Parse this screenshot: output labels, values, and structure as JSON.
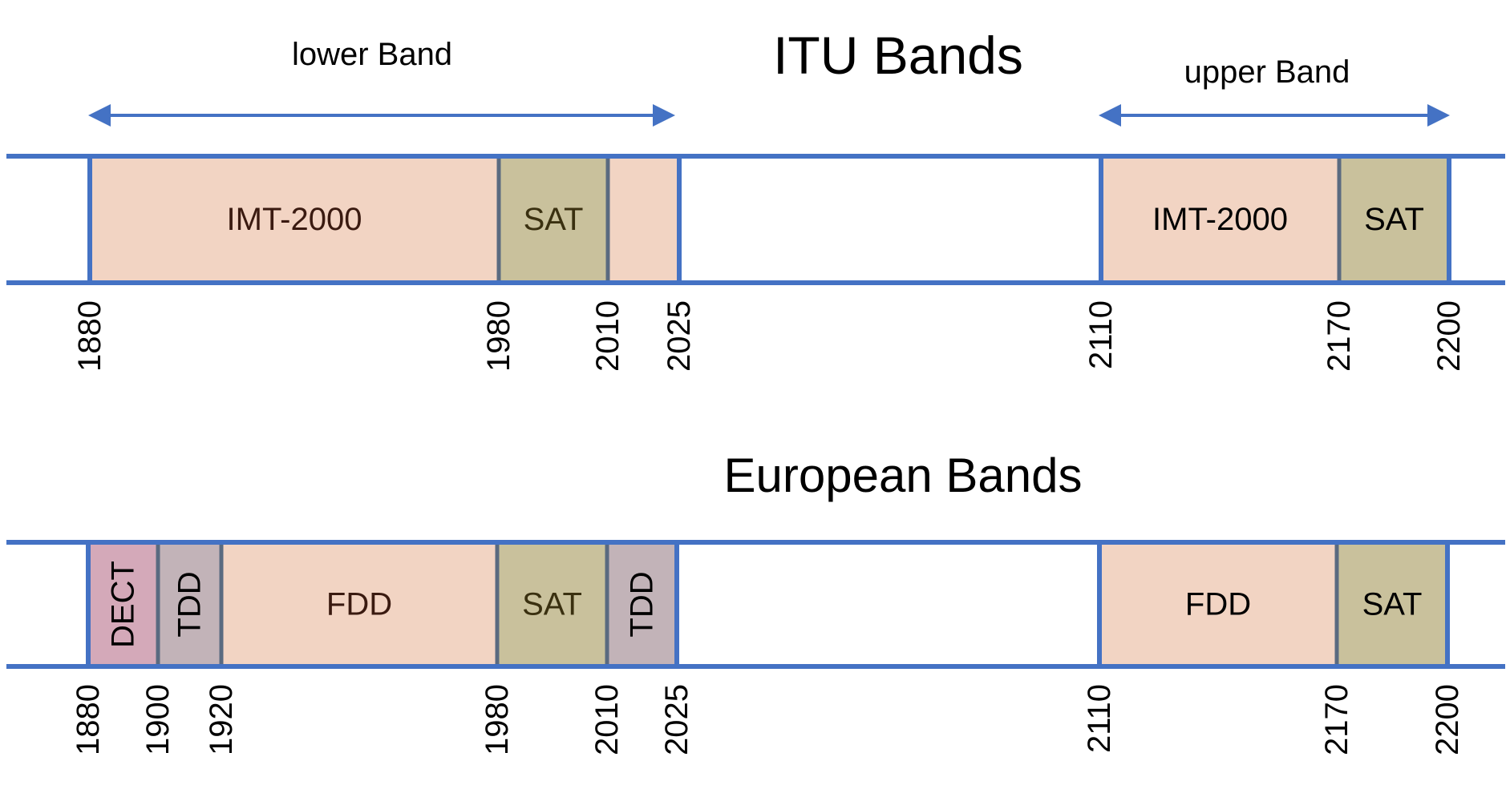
{
  "itu": {
    "title": "ITU Bands",
    "lower_label": "lower Band",
    "upper_label": "upper Band",
    "blocks": [
      {
        "label": "IMT-2000",
        "start": 1880,
        "end": 1980,
        "fill": "#f2d4c3",
        "text_color": "#3a1a10",
        "vertical": false
      },
      {
        "label": "SAT",
        "start": 1980,
        "end": 2010,
        "fill": "#c9c19c",
        "text_color": "#3a3010",
        "vertical": false
      },
      {
        "label": "",
        "start": 2010,
        "end": 2025,
        "fill": "#f2d4c3",
        "text_color": "#3a1a10",
        "vertical": false
      },
      {
        "label": "IMT-2000",
        "start": 2110,
        "end": 2170,
        "fill": "#f2d4c3",
        "text_color": "#000000",
        "vertical": false
      },
      {
        "label": "SAT",
        "start": 2170,
        "end": 2200,
        "fill": "#c9c19c",
        "text_color": "#000000",
        "vertical": false
      }
    ],
    "ticks": [
      "1880",
      "1980",
      "2010",
      "2025",
      "2110",
      "2170",
      "2200"
    ]
  },
  "european": {
    "title": "European Bands",
    "blocks": [
      {
        "label": "DECT",
        "start": 1880,
        "end": 1900,
        "fill": "#d4a9b9",
        "text_color": "#000000",
        "vertical": true
      },
      {
        "label": "TDD",
        "start": 1900,
        "end": 1920,
        "fill": "#c2b3b8",
        "text_color": "#000000",
        "vertical": true
      },
      {
        "label": "FDD",
        "start": 1920,
        "end": 1980,
        "fill": "#f2d4c3",
        "text_color": "#3a1a10",
        "vertical": false
      },
      {
        "label": "SAT",
        "start": 1980,
        "end": 2010,
        "fill": "#c9c19c",
        "text_color": "#3a3010",
        "vertical": false
      },
      {
        "label": "TDD",
        "start": 2010,
        "end": 2025,
        "fill": "#c2b3b8",
        "text_color": "#000000",
        "vertical": true
      },
      {
        "label": "FDD",
        "start": 2110,
        "end": 2170,
        "fill": "#f2d4c3",
        "text_color": "#000000",
        "vertical": false
      },
      {
        "label": "SAT",
        "start": 2170,
        "end": 2200,
        "fill": "#c9c19c",
        "text_color": "#000000",
        "vertical": false
      }
    ],
    "ticks": [
      "1880",
      "1900",
      "1920",
      "1980",
      "2010",
      "2025",
      "2110",
      "2170",
      "2200"
    ]
  },
  "colors": {
    "rail": "#4472c4",
    "divider": "#5a6a80",
    "arrow": "#4472c4"
  }
}
